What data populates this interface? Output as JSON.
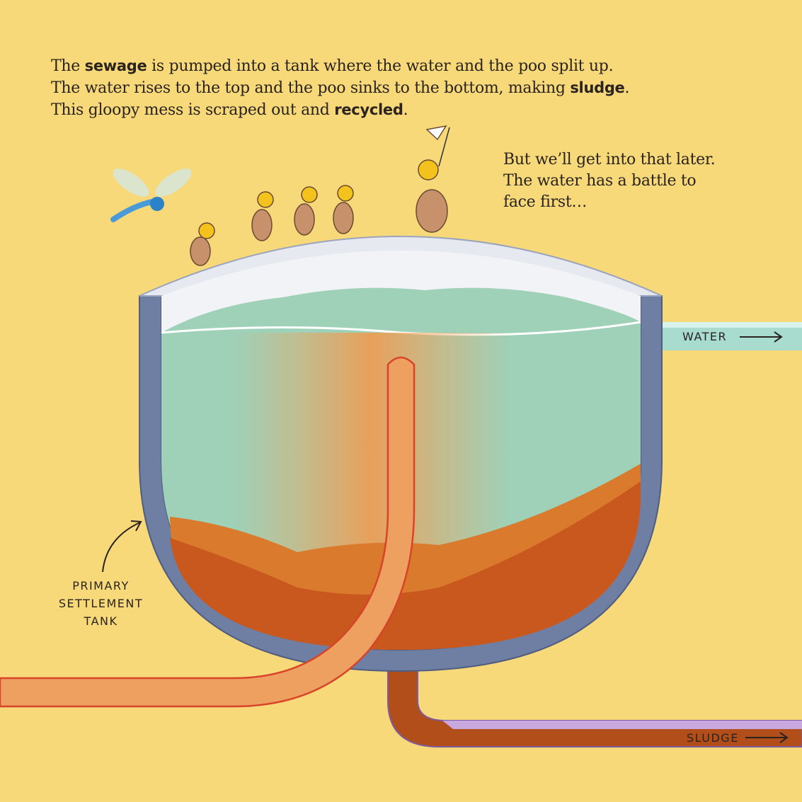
{
  "intro": {
    "line1": [
      "The ",
      "sewage",
      " is pumped into a tank where the water and the poo split up."
    ],
    "line2": [
      "The water rises to the top and the poo sinks to the bottom, making ",
      "sludge",
      "."
    ],
    "line3": [
      "This gloopy mess is scraped out and ",
      "recycled",
      "."
    ]
  },
  "aside": [
    "But we’ll get into that later.",
    "The water has a battle to",
    "face first…"
  ],
  "labels": {
    "tank": [
      "PRIMARY",
      "SETTLEMENT",
      "TANK"
    ],
    "water": "WATER",
    "sludge": "SLUDGE"
  },
  "colors": {
    "background": "#f8d97a",
    "water": "#9fd0b8",
    "sludge": "#c8581e",
    "tank_wall": "#6f7fa3"
  }
}
